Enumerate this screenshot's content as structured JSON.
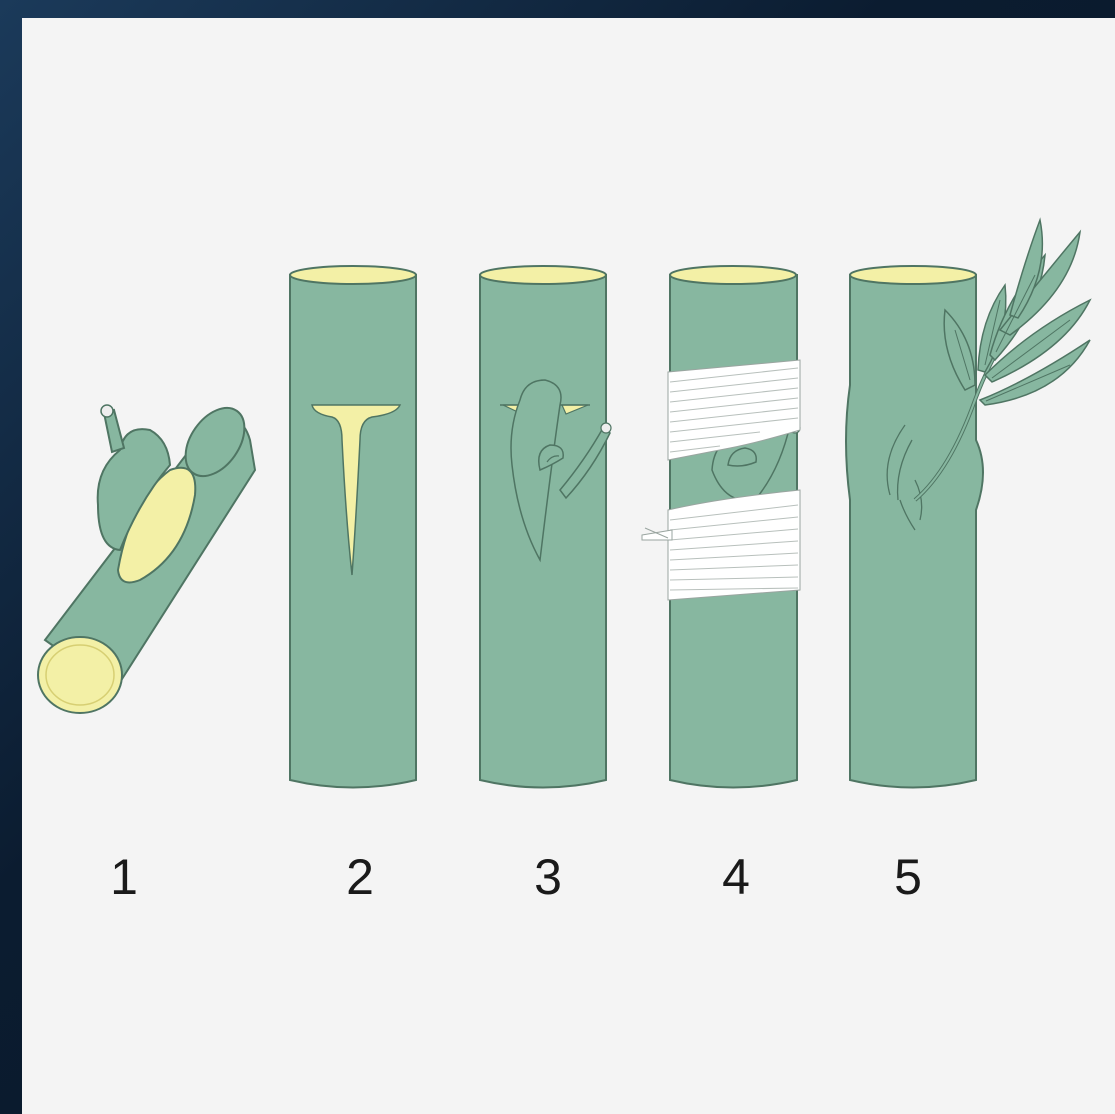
{
  "colors": {
    "bark": "#87b7a0",
    "bark_outline": "#4f7563",
    "wood": "#f3f0a6",
    "tape": "#ffffff",
    "background": "#f4f4f4",
    "frame": "#0b1c30"
  },
  "steps": [
    {
      "label": "1",
      "icon": "bud-shield-icon"
    },
    {
      "label": "2",
      "icon": "t-cut-stem-icon"
    },
    {
      "label": "3",
      "icon": "inserted-bud-icon"
    },
    {
      "label": "4",
      "icon": "wrapped-graft-icon"
    },
    {
      "label": "5",
      "icon": "sprouted-graft-icon"
    }
  ]
}
